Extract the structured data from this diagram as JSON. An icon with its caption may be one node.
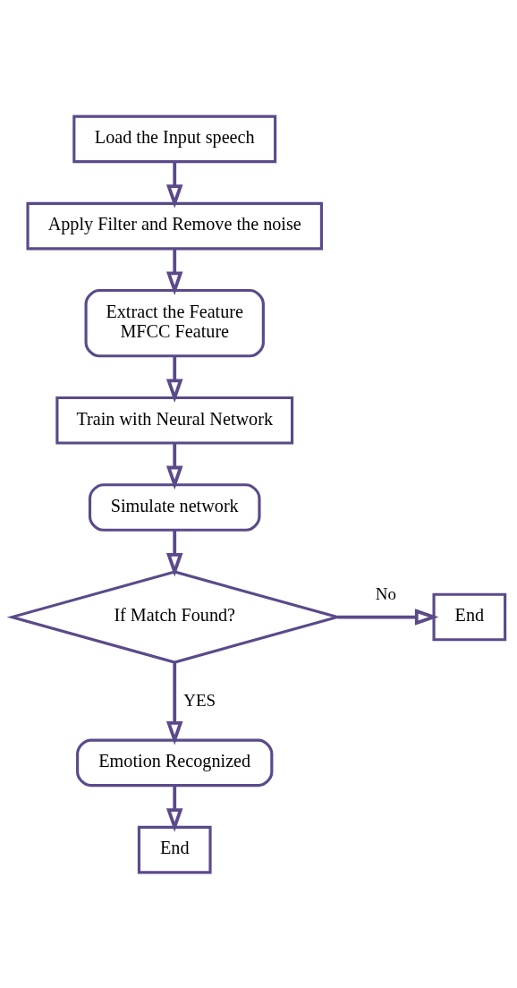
{
  "diagram": {
    "nodes": [
      {
        "text": [
          "Load the Input speech"
        ]
      },
      {
        "text": [
          "Apply Filter and Remove the noise"
        ]
      },
      {
        "text": [
          "Extract the Feature",
          "MFCC Feature"
        ]
      },
      {
        "text": [
          "Train with Neural Network"
        ]
      },
      {
        "text": [
          "Simulate network"
        ]
      },
      {
        "text": [
          "If Match Found?"
        ]
      },
      {
        "text": [
          "End"
        ]
      },
      {
        "text": [
          "Emotion Recognized"
        ]
      },
      {
        "text": [
          "End"
        ]
      }
    ],
    "edges": [
      {
        "from": 0,
        "to": 1,
        "arrow": "to"
      },
      {
        "from": 1,
        "to": 2,
        "arrow": "to"
      },
      {
        "from": 2,
        "to": 3,
        "arrow": "to"
      },
      {
        "from": 3,
        "to": 4,
        "arrow": "to"
      },
      {
        "from": 4,
        "to": 5,
        "arrow": "to"
      },
      {
        "from": 5,
        "to": 6,
        "arrow": "to",
        "label": "No"
      },
      {
        "from": 5,
        "to": 7,
        "arrow": "to",
        "label": "YES"
      },
      {
        "from": 7,
        "to": 8,
        "arrow": "to"
      }
    ]
  }
}
